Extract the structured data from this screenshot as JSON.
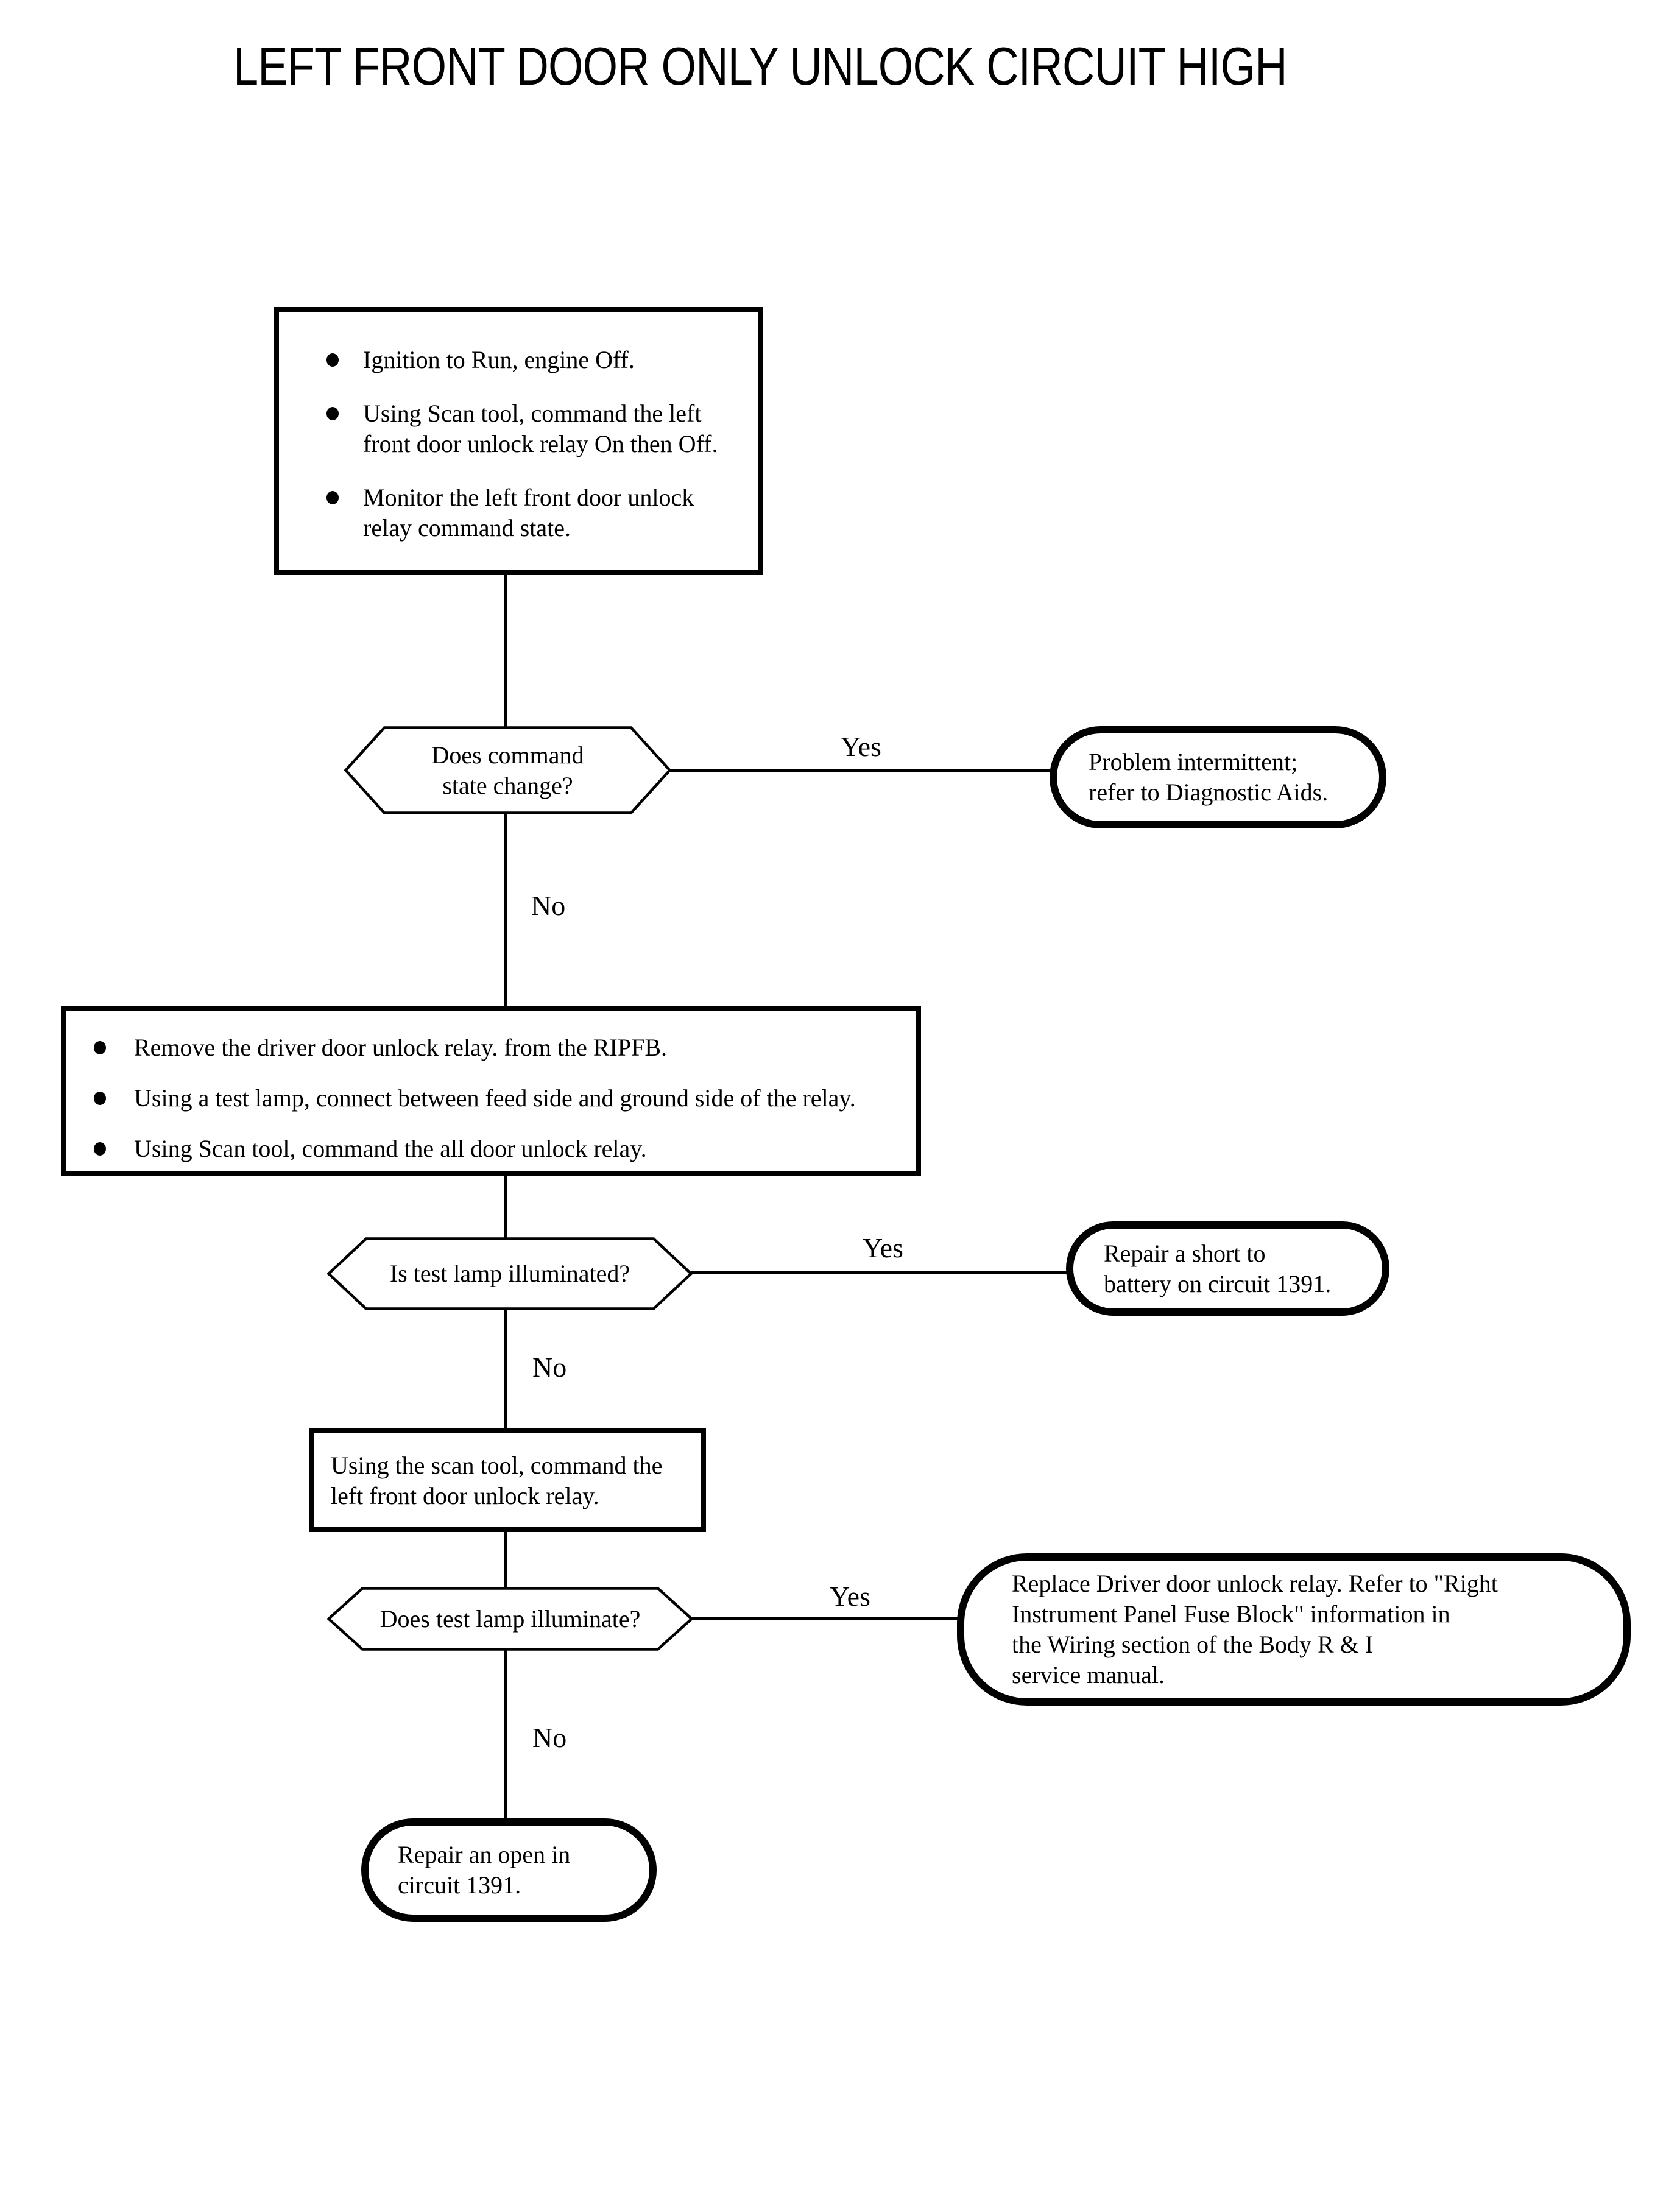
{
  "title": "LEFT FRONT DOOR ONLY UNLOCK CIRCUIT HIGH",
  "labels": {
    "yes": "Yes",
    "no": "No"
  },
  "colors": {
    "ink": "#000000",
    "paper": "#ffffff"
  },
  "nodes": {
    "setup": {
      "type": "process",
      "bullets": [
        {
          "lines": [
            "Ignition to Run, engine Off.",
            ""
          ]
        },
        {
          "lines": [
            "Using Scan tool, command the left",
            "front door unlock relay On then Off."
          ]
        },
        {
          "lines": [
            "Monitor the left front door unlock",
            "relay command state."
          ]
        }
      ]
    },
    "decision_command_state": {
      "type": "decision",
      "lines": [
        "Does command",
        "state change?"
      ]
    },
    "outcome_intermittent": {
      "type": "terminal",
      "lines": [
        "Problem intermittent;",
        "refer to Diagnostic Aids."
      ]
    },
    "lamp_setup": {
      "type": "process",
      "bullets": [
        {
          "lines": [
            "Remove the driver door unlock relay. from the RIPFB."
          ]
        },
        {
          "lines": [
            "Using a test lamp, connect between feed side and ground side of the relay."
          ]
        },
        {
          "lines": [
            "Using Scan tool, command the all door unlock relay."
          ]
        }
      ]
    },
    "decision_lamp_illuminated": {
      "type": "decision",
      "lines": [
        "Is test lamp illuminated?"
      ]
    },
    "outcome_short": {
      "type": "terminal",
      "lines": [
        "Repair a short to",
        "battery on circuit 1391."
      ]
    },
    "command_relay": {
      "type": "process",
      "lines": [
        "Using the scan tool, command the",
        "left front door unlock relay."
      ]
    },
    "decision_lamp_illuminate": {
      "type": "decision",
      "lines": [
        "Does test lamp illuminate?"
      ]
    },
    "outcome_replace_relay": {
      "type": "terminal",
      "lines": [
        "Replace Driver door unlock relay. Refer to \"Right",
        "Instrument Panel Fuse Block\" information in",
        "the Wiring section of the Body R & I",
        "service manual."
      ]
    },
    "outcome_open": {
      "type": "terminal",
      "lines": [
        "Repair an open in",
        "circuit 1391."
      ]
    }
  }
}
